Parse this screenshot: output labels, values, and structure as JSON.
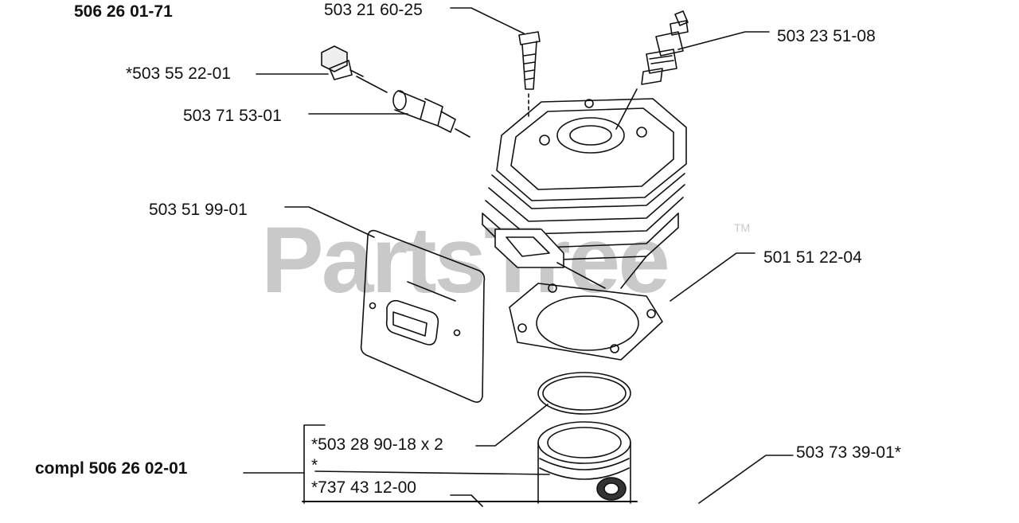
{
  "header": {
    "assembly_number": "506 26 01-71"
  },
  "watermark": {
    "text": "PartsTree",
    "trademark": "TM"
  },
  "parts": {
    "screw": "503 21 60-25",
    "spark_plug": "503 23 51-08",
    "decompression_valve": "*503 55 22-01",
    "valve_adapter": "503 71 53-01",
    "muffler_gasket": "503 51 99-01",
    "cylinder_gasket": "501 51 22-04",
    "piston_ring": "*503 28 90-18 x 2",
    "ring_note": "*",
    "piston_pin": "*737 43 12-00",
    "piston": "503 73 39-01*"
  },
  "kit": {
    "label": "compl 506 26 02-01"
  }
}
